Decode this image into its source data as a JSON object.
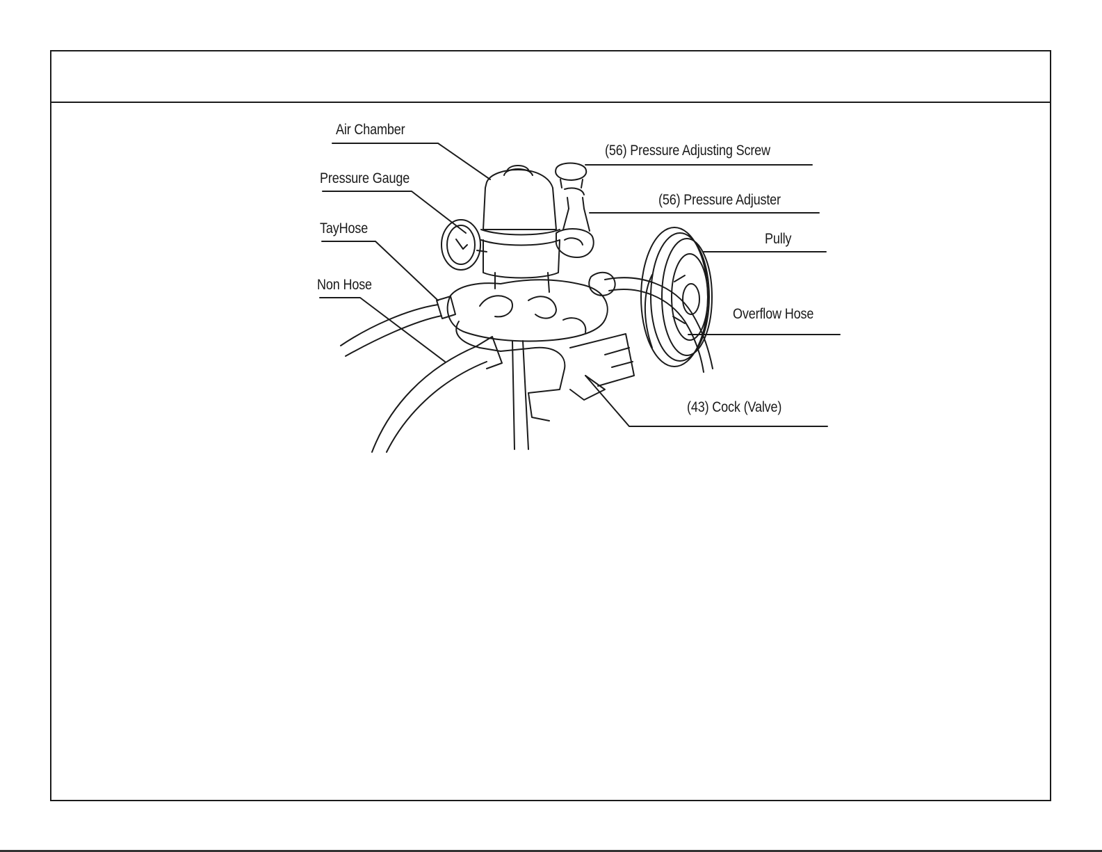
{
  "diagram": {
    "callouts": {
      "air_chamber": "Air Chamber",
      "pressure_adjusting_screw": "(56) Pressure Adjusting Screw",
      "pressure_gauge": "Pressure Gauge",
      "pressure_adjuster": "(56) Pressure Adjuster",
      "tay_hose": "TayHose",
      "pully": "Pully",
      "non_hose": "Non Hose",
      "overflow_hose": "Overflow Hose",
      "cock_valve": "(43) Cock (Valve)"
    },
    "colors": {
      "ink": "#1a1a1a",
      "background": "#ffffff"
    }
  }
}
